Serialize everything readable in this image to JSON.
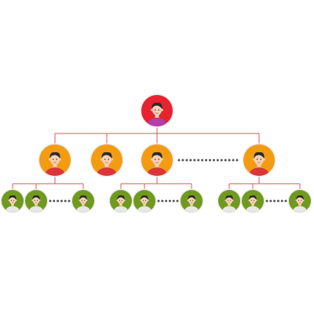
{
  "colors": {
    "line": "#e05555",
    "dots": "#555555",
    "skin": "#f7d0b5",
    "hair": "#2b2b2b",
    "root_fill": "#e8222e",
    "root_shirt": "#b03fa8",
    "manager_fill": "#f39c12",
    "manager_shirt": "#d9353a",
    "staff_fill": "#6f9a1e",
    "staff_shirt": "#e8e8e8",
    "ring": "#ececec"
  },
  "tree": {
    "root": {
      "level": "root",
      "icon": "person-avatar-icon"
    },
    "managers": [
      {
        "level": "manager",
        "team": 0
      },
      {
        "level": "manager",
        "team": null
      },
      {
        "level": "manager",
        "team": 1
      },
      {
        "level": "manager",
        "team": 2
      }
    ],
    "teams": [
      {
        "members": 3
      },
      {
        "members": 3
      },
      {
        "members": 3
      }
    ]
  }
}
